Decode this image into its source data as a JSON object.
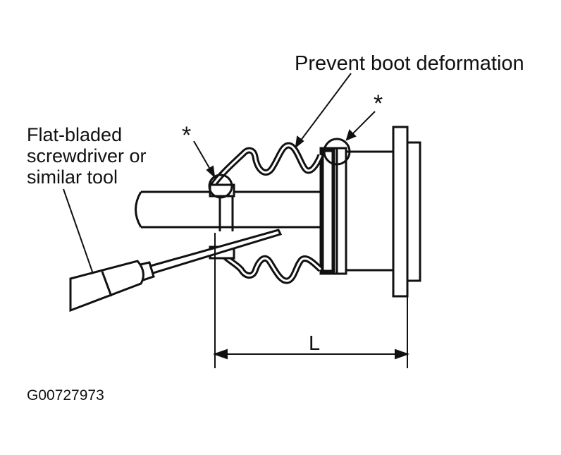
{
  "diagram": {
    "labels": {
      "prevent": "Prevent boot deformation",
      "tool_line1": "Flat-bladed",
      "tool_line2": "screwdriver or",
      "tool_line3": "similar tool",
      "asterisk_left": "*",
      "asterisk_right": "*",
      "dimension": "L",
      "figure_code": "G00727973"
    }
  }
}
